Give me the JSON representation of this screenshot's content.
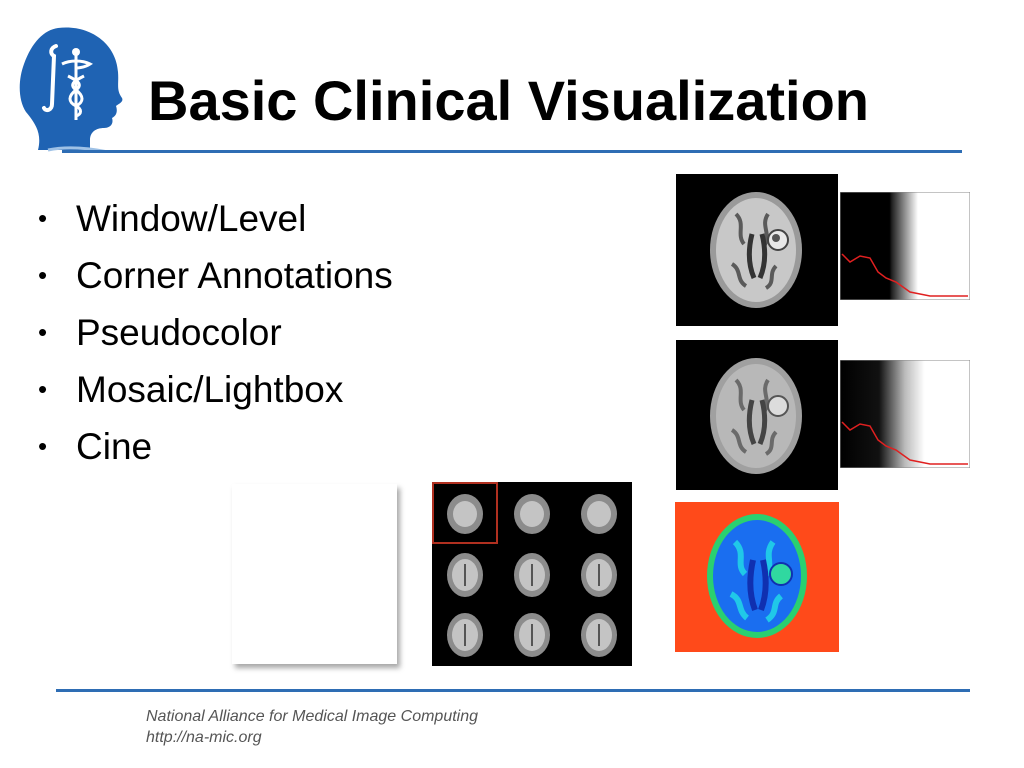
{
  "slide": {
    "title": "Basic Clinical Visualization",
    "bullets": [
      "Window/Level",
      "Corner Annotations",
      "Pseudocolor",
      "Mosaic/Lightbox",
      "Cine"
    ],
    "footer": {
      "org": "National Alliance for Medical Image Computing",
      "url": "http://na-mic.org"
    }
  },
  "icons": {
    "logo": "slicer-head-caduceus-icon"
  },
  "colors": {
    "accent": "#2e6db4",
    "pseudocolor_bg": "#ff4a1a",
    "histogram_line": "#e02020"
  }
}
